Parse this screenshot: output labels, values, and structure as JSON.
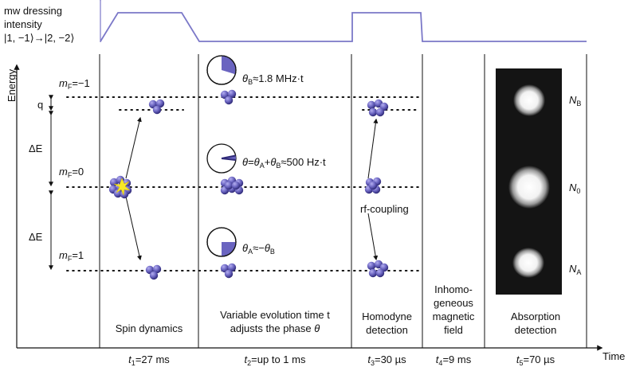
{
  "mw": {
    "line1": "mw dressing",
    "line2": "intensity",
    "line3": "|1, −1⟩→|2, −2⟩"
  },
  "axes": {
    "energy_label": "Energy",
    "time_label": "Time"
  },
  "levels": {
    "m_var": "m",
    "m_sub": "F",
    "level_minus1_value": "=−1",
    "level_0_value": "=0",
    "level_1_value": "=1",
    "q_label": "q",
    "dE_label": "ΔE"
  },
  "stages": {
    "spin_dynamics": "Spin dynamics",
    "evolution_line1": "Variable evolution time t",
    "evolution_line2_prefix": "adjusts the phase ",
    "evolution_theta": "θ",
    "homodyne_line1": "Homodyne",
    "homodyne_line2": "detection",
    "inhomo_line1": "Inhomo-",
    "inhomo_line2": "geneous",
    "inhomo_line3": "magnetic",
    "inhomo_line4": "field",
    "absorption_line1": "Absorption",
    "absorption_line2": "detection",
    "rf_coupling": "rf-coupling"
  },
  "phase_eqs": {
    "eq1_theta": "θ",
    "eq1_sub": "B",
    "eq1_rest": "≈1.8 MHz·t",
    "eq2_theta": "θ",
    "eq2_mid": "=",
    "eq2_thetaA": "θ",
    "eq2_subA": "A",
    "eq2_plus": "+",
    "eq2_thetaB": "θ",
    "eq2_subB": "B",
    "eq2_rest": "≈500 Hz·t",
    "eq3_theta": "θ",
    "eq3_sub": "A",
    "eq3_mid": "≈−",
    "eq3_thetaB": "θ",
    "eq3_subB": "B"
  },
  "detection_labels": {
    "N": "N",
    "NB_sub": "B",
    "N0_sub": "0",
    "NA_sub": "A"
  },
  "times": {
    "t1_var": "t",
    "t1_sub": "1",
    "t1_val": "=27 ms",
    "t2_var": "t",
    "t2_sub": "2",
    "t2_val": "=up to 1 ms",
    "t3_var": "t",
    "t3_sub": "3",
    "t3_val": "=30 µs",
    "t4_var": "t",
    "t4_sub": "4",
    "t4_val": "=9 ms",
    "t5_var": "t",
    "t5_sub": "5",
    "t5_val": "=70 µs"
  },
  "colors": {
    "mw_line": "#7b78c8",
    "atom": "#6a64c0",
    "phase_fill": "#6a64c0",
    "dark_panel": "#141414"
  }
}
